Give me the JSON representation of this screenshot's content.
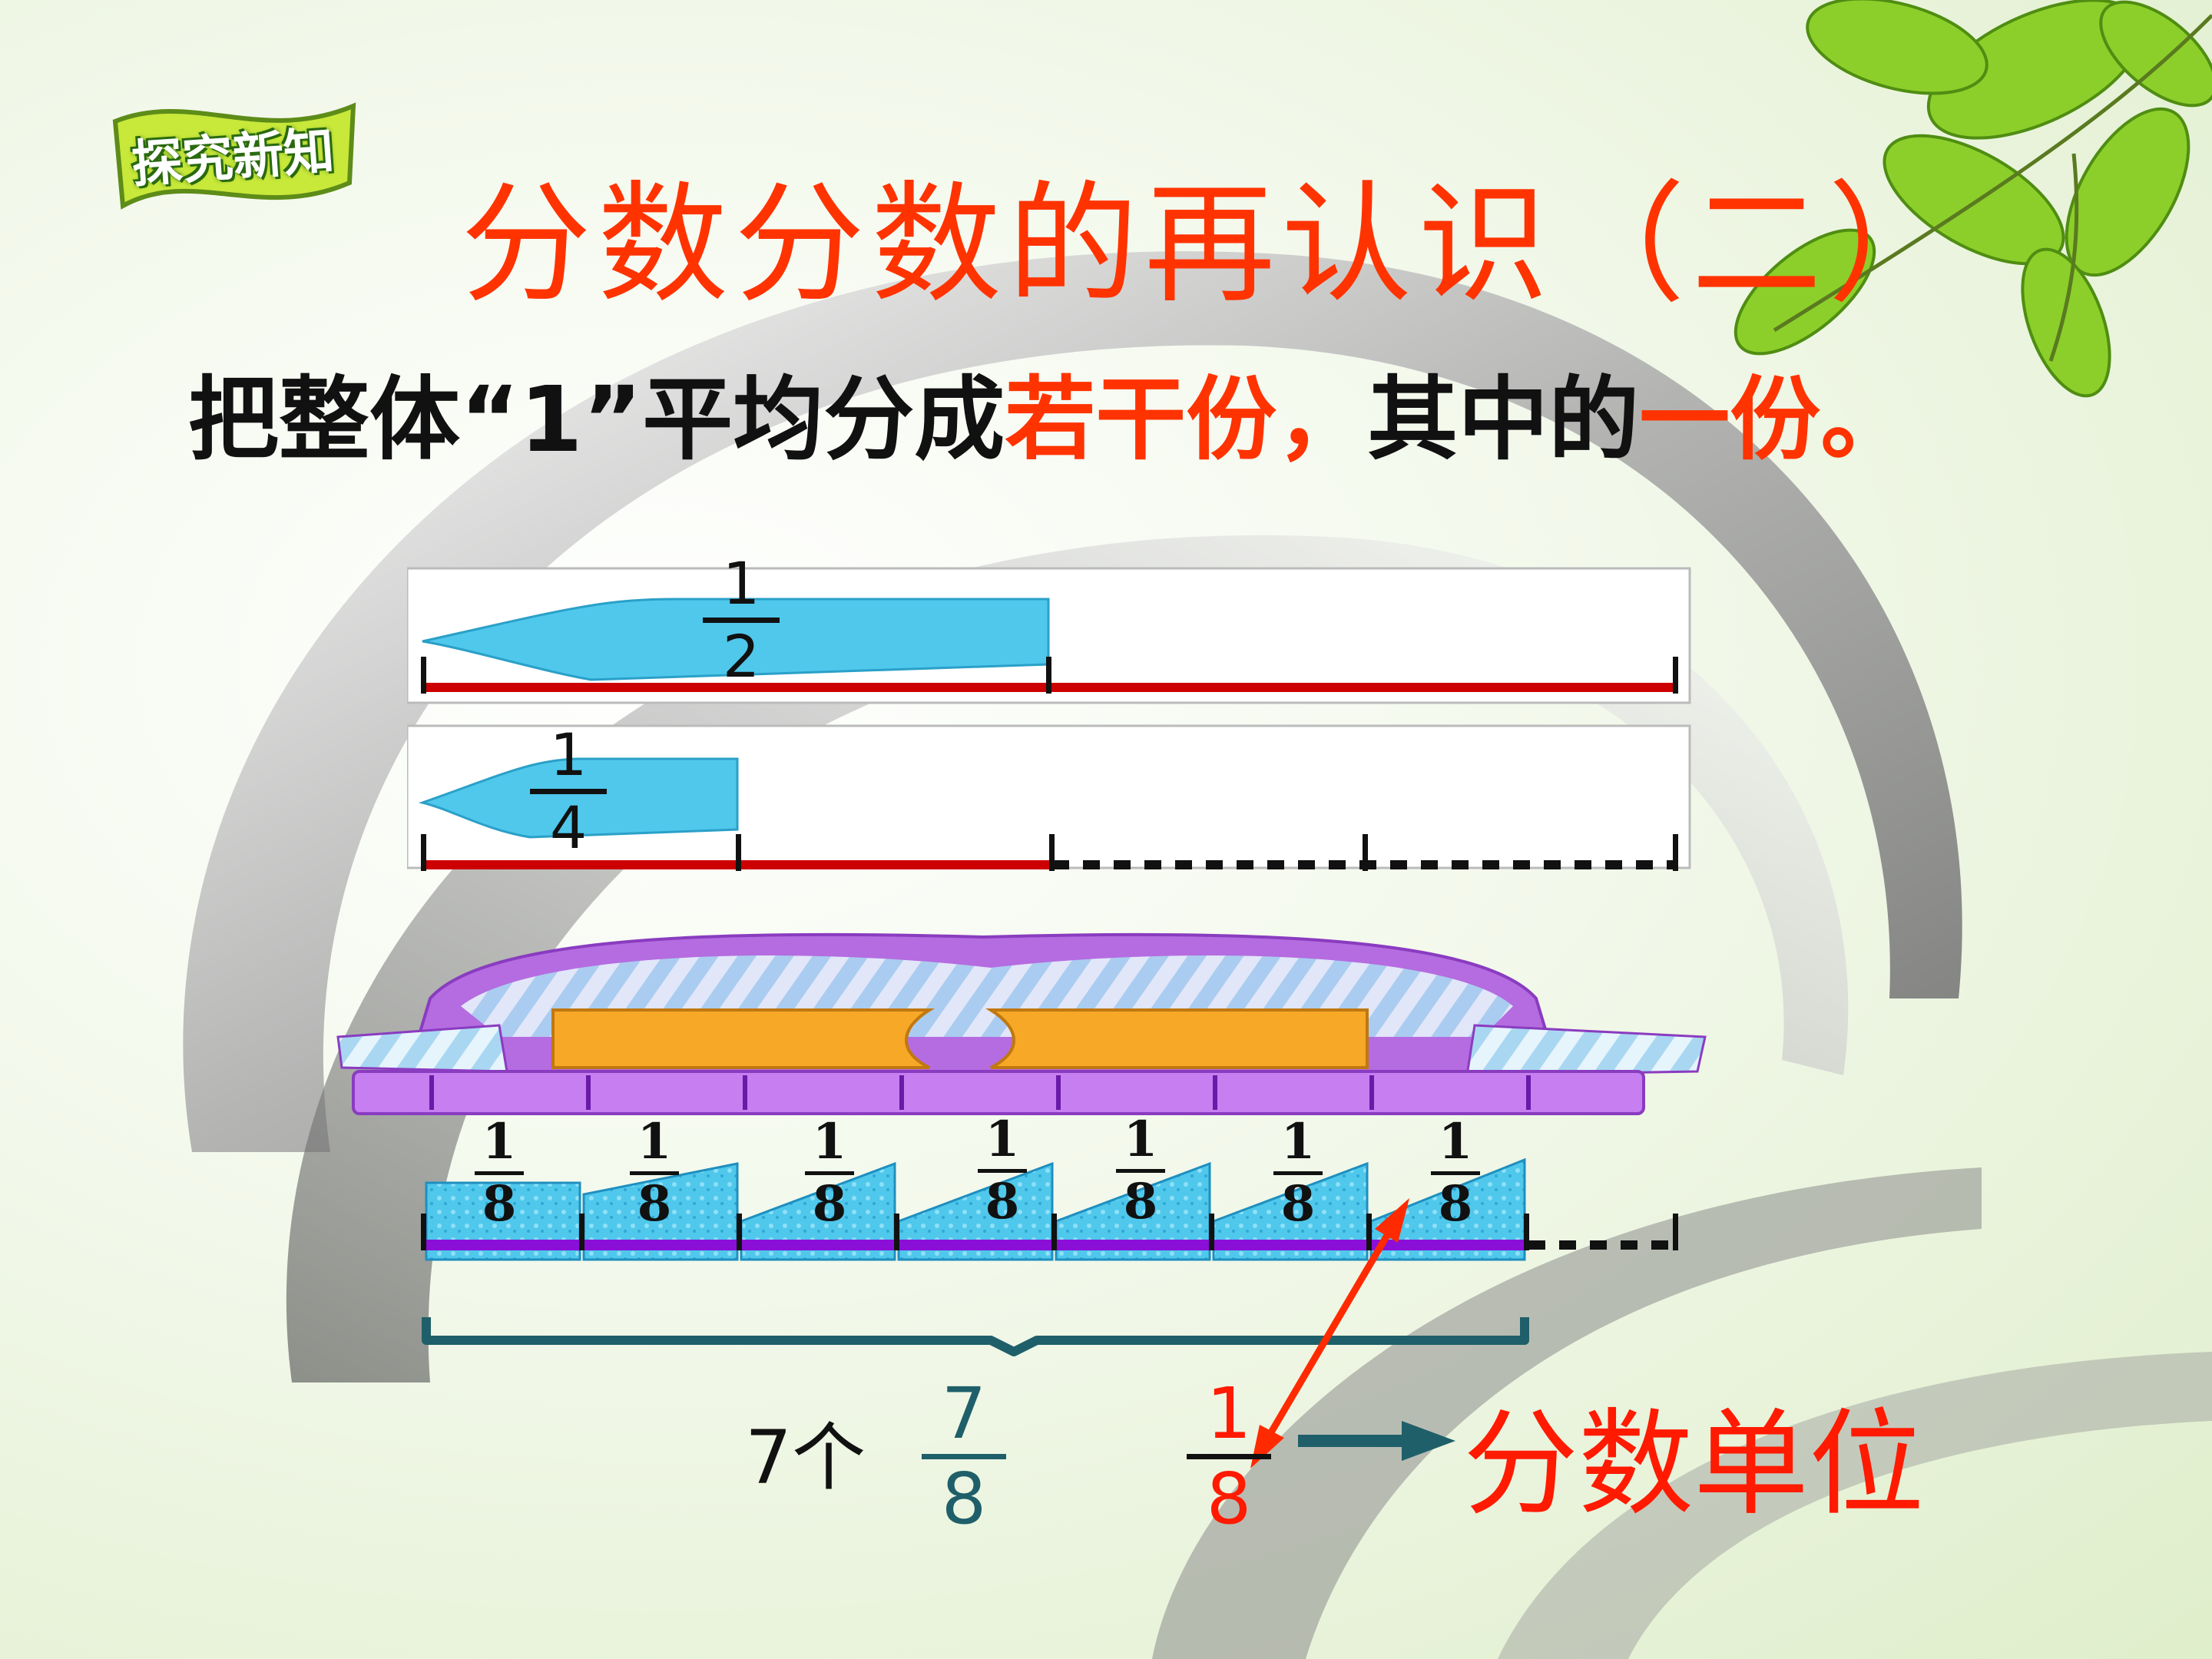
{
  "badge": {
    "text": "探究新知"
  },
  "title": "分数分数的再认识（二）",
  "subtitle": {
    "part1": "把整体“1”平均分成",
    "part2": "若干份，",
    "part3": "其中的",
    "part4": "一份。"
  },
  "row1": {
    "numerator": "1",
    "denominator": "2"
  },
  "row2": {
    "numerator": "1",
    "denominator": "4"
  },
  "row3": {
    "pieces": [
      {
        "numerator": "1",
        "denominator": "8"
      },
      {
        "numerator": "1",
        "denominator": "8"
      },
      {
        "numerator": "1",
        "denominator": "8"
      },
      {
        "numerator": "1",
        "denominator": "8"
      },
      {
        "numerator": "1",
        "denominator": "8"
      },
      {
        "numerator": "1",
        "denominator": "8"
      },
      {
        "numerator": "1",
        "denominator": "8"
      }
    ]
  },
  "bottom": {
    "count_label": "7个",
    "seven_eighths": {
      "numerator": "7",
      "denominator": "8"
    },
    "one_eighth": {
      "numerator": "1",
      "denominator": "8"
    },
    "unit_label": "分数单位"
  },
  "colors": {
    "title": "#ff3300",
    "line_red": "#cc0000",
    "line_purple": "#8a10d8",
    "piece_blue": "#4fc8ec",
    "teal": "#1f5f6a"
  }
}
